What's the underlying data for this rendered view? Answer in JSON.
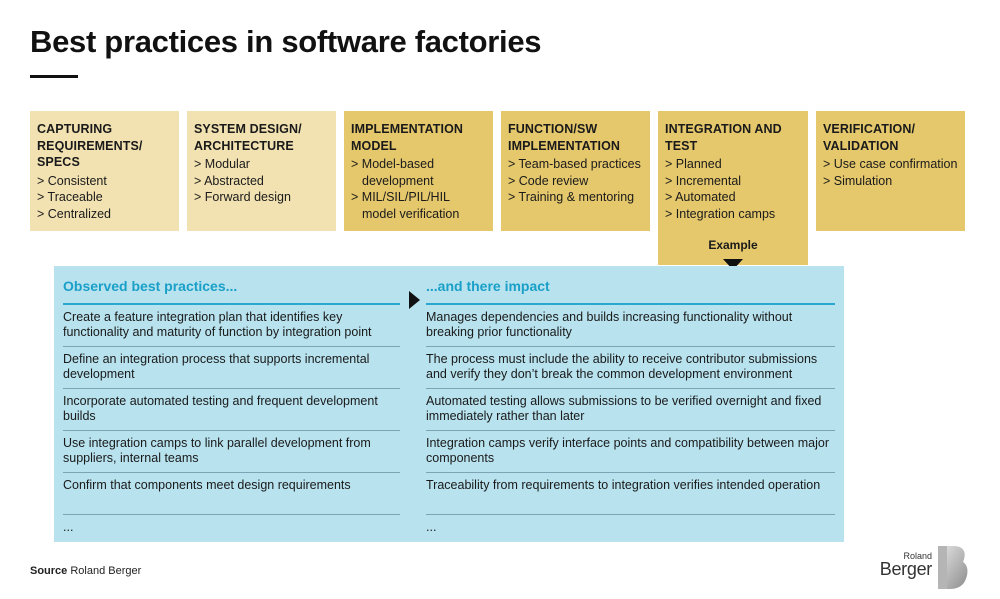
{
  "title": "Best practices in software factories",
  "cards": [
    {
      "title": "CAPTURING REQUIREMENTS/ SPECS",
      "items": [
        "Consistent",
        "Traceable",
        "Centralized"
      ]
    },
    {
      "title": "SYSTEM DESIGN/ ARCHITECTURE",
      "items": [
        "Modular",
        "Abstracted",
        "Forward design"
      ]
    },
    {
      "title": "IMPLEMENTATION MODEL",
      "items": [
        "Model-based development",
        "MIL/SIL/PIL/HIL model verification"
      ]
    },
    {
      "title": "FUNCTION/SW IMPLEMENTATION",
      "items": [
        "Team-based practices",
        "Code review",
        "Training & mentoring"
      ]
    },
    {
      "title": "INTEGRATION AND TEST",
      "items": [
        "Planned",
        "Incremental",
        "Automated",
        "Integration camps"
      ]
    },
    {
      "title": "VERIFICATION/ VALIDATION",
      "items": [
        "Use case confirmation",
        "Simulation"
      ]
    }
  ],
  "example_label": "Example",
  "left_header": "Observed best practices...",
  "right_header": "...and there impact",
  "left_rows": [
    "Create a feature integration plan that identifies key functionality and maturity of function by integration point",
    "Define an integration process that supports incremental development",
    "Incorporate automated testing and frequent development builds",
    "Use integration camps to link parallel development from suppliers, internal teams",
    "Confirm that components meet design requirements",
    "..."
  ],
  "right_rows": [
    "Manages dependencies and builds increasing functionality without breaking prior functionality",
    "The process must include the ability to receive contributor submissions and verify they don’t break the common development environment",
    "Automated testing allows submissions to be verified overnight and fixed immediately rather than later",
    "Integration camps verify interface points and compatibility between major components",
    "Traceability from requirements to integration verifies intended operation",
    "..."
  ],
  "source_label": "Source",
  "source_text": "Roland Berger",
  "logo": {
    "small": "Roland",
    "big": "Berger"
  },
  "colors": {
    "card_light": "#f2e2b2",
    "card_dark": "#e5c86c",
    "panel": "#b7e2ee",
    "accent": "#1aa0c8"
  }
}
